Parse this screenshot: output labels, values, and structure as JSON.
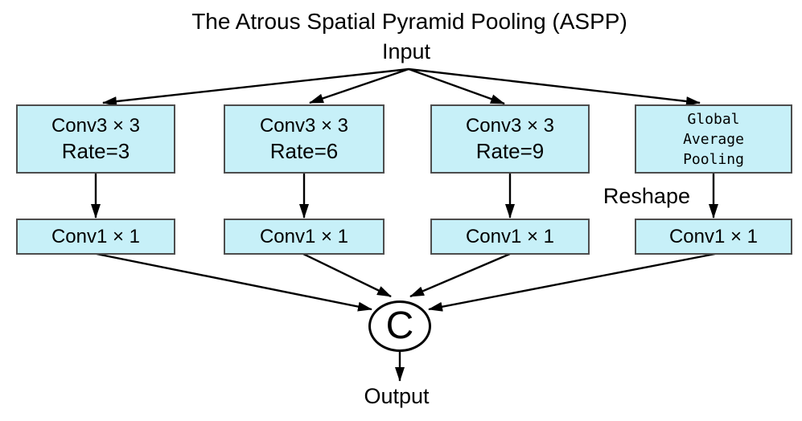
{
  "diagram": {
    "title": "The Atrous Spatial Pyramid Pooling (ASPP)",
    "input_label": "Input",
    "reshape_label": "Reshape",
    "concat_label": "C",
    "output_label": "Output",
    "branches": [
      {
        "top_lines": [
          "Conv3 × 3",
          "Rate=3"
        ],
        "bottom_label": "Conv1 × 1"
      },
      {
        "top_lines": [
          "Conv3 × 3",
          "Rate=6"
        ],
        "bottom_label": "Conv1 × 1"
      },
      {
        "top_lines": [
          "Conv3 × 3",
          "Rate=9"
        ],
        "bottom_label": "Conv1 × 1"
      },
      {
        "top_lines": [
          "Global",
          "Average",
          "Pooling"
        ],
        "bottom_label": "Conv1 × 1"
      }
    ],
    "colors": {
      "box_fill": "#c7f0f8",
      "box_border": "#4d4d4d",
      "arrow": "#000000",
      "concat_fill": "#ffffff",
      "background": "#ffffff",
      "text": "#000000"
    }
  }
}
